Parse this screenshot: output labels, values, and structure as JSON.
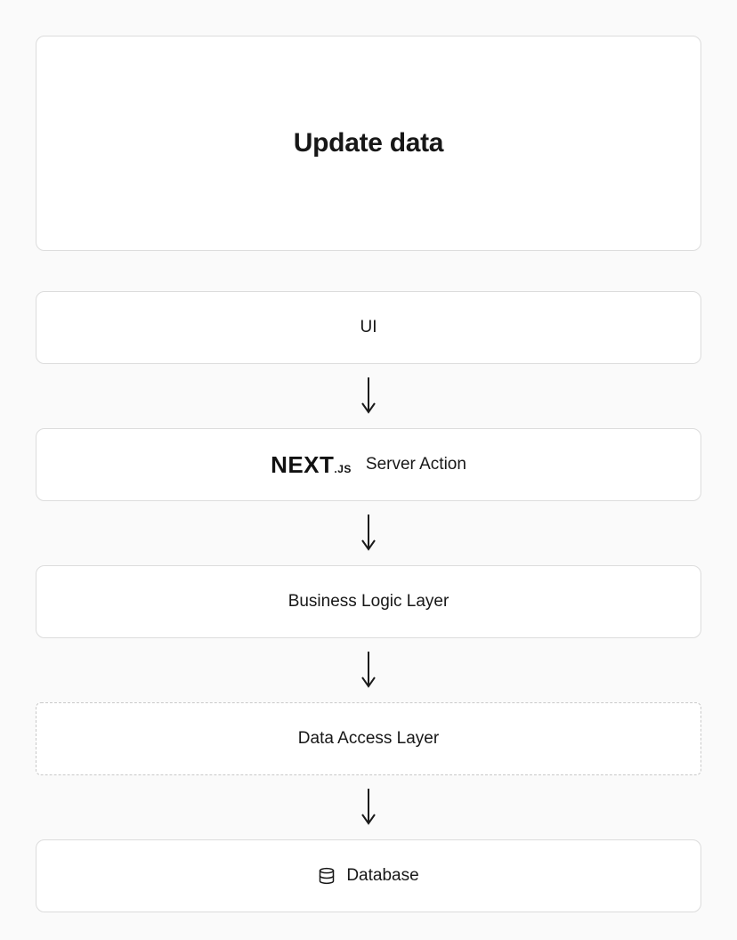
{
  "diagram": {
    "title_card": {
      "title": "Update data"
    },
    "nodes": [
      {
        "id": "ui",
        "label": "UI",
        "border": "solid"
      },
      {
        "id": "server-action",
        "label": "Server Action",
        "logo_text": "NEXT",
        "logo_suffix": ".JS",
        "border": "solid"
      },
      {
        "id": "business-logic-layer",
        "label": "Business Logic Layer",
        "border": "solid"
      },
      {
        "id": "data-access-layer",
        "label": "Data Access Layer",
        "border": "dashed"
      },
      {
        "id": "database",
        "label": "Database",
        "icon": "database-icon",
        "border": "solid"
      }
    ],
    "icons": {
      "arrow": "arrow-down-icon",
      "database": "database-icon",
      "nextjs": "nextjs-logo"
    },
    "colors": {
      "background": "#fafafa",
      "card_background": "#ffffff",
      "border": "#dcdcdc",
      "dashed_border": "#c9c9c9",
      "text": "#171717",
      "arrow": "#1a1a1a"
    }
  }
}
